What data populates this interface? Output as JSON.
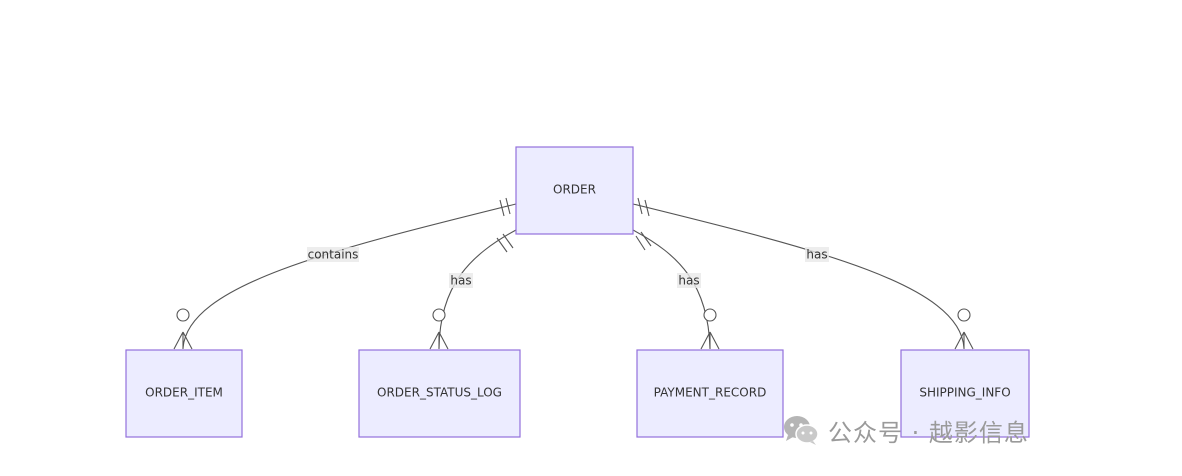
{
  "entities": {
    "order": "ORDER",
    "order_item": "ORDER_ITEM",
    "order_status_log": "ORDER_STATUS_LOG",
    "payment_record": "PAYMENT_RECORD",
    "shipping_info": "SHIPPING_INFO"
  },
  "relationships": {
    "contains": "contains",
    "has_status_log": "has",
    "has_payment": "has",
    "has_shipping": "has"
  },
  "colors": {
    "entity_fill": "#ececff",
    "entity_border": "#9370db",
    "line": "#555555",
    "watermark": "#9a9a9a"
  },
  "watermark": {
    "icon": "wechat-logo-icon",
    "text": "公众号 · 越影信息"
  }
}
